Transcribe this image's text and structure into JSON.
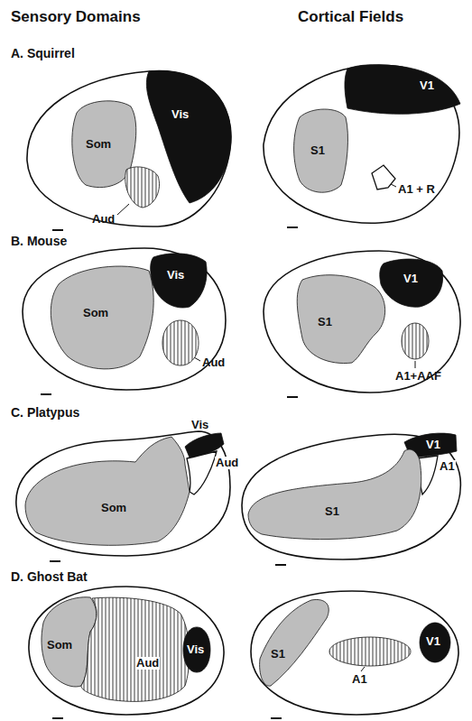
{
  "diagram": {
    "nodes": [
      {
        "text": [
          "Vis"
        ]
      },
      {
        "text": [
          "Som"
        ]
      },
      {
        "text": [
          "Aud"
        ]
      },
      {
        "text": [
          "V1"
        ]
      },
      {
        "text": [
          "S1"
        ]
      },
      {
        "text": [
          "A1 + R"
        ]
      },
      {
        "text": [
          "Vis"
        ]
      },
      {
        "text": [
          "Som"
        ]
      },
      {
        "text": [
          "Aud"
        ]
      },
      {
        "text": [
          "V1"
        ]
      },
      {
        "text": [
          "S1"
        ]
      },
      {
        "text": [
          "A1+AAF"
        ]
      },
      {
        "text": [
          "Vis"
        ]
      },
      {
        "text": [
          "Aud"
        ]
      },
      {
        "text": [
          "Som"
        ]
      },
      {
        "text": [
          "V1"
        ]
      },
      {
        "text": [
          "A1"
        ]
      },
      {
        "text": [
          "S1"
        ]
      },
      {
        "text": [
          "Som"
        ]
      },
      {
        "text": [
          "Aud"
        ]
      },
      {
        "text": [
          "Vis"
        ]
      },
      {
        "text": [
          "S1"
        ]
      },
      {
        "text": [
          "A1"
        ]
      },
      {
        "text": [
          "V1"
        ]
      }
    ],
    "labels": [
      "Sensory Domains",
      "Cortical Fields",
      "A. Squirrel",
      "B. Mouse",
      "C. Platypus",
      "D. Ghost Bat"
    ]
  }
}
